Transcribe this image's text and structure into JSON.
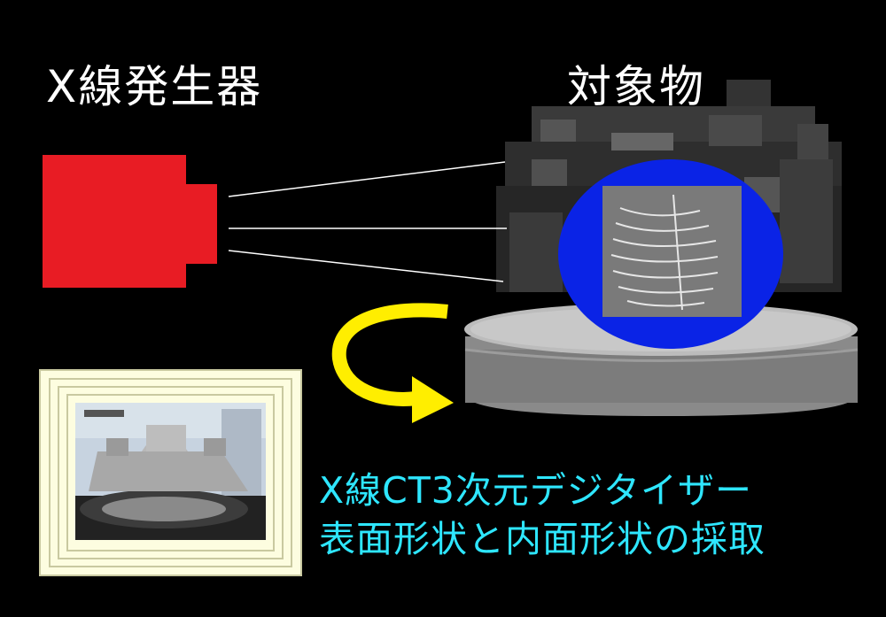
{
  "labels": {
    "xray_generator": "X線発生器",
    "object": "対象物"
  },
  "caption": {
    "line1": "X線CT3次元デジタイザー",
    "line2": "表面形状と内面形状の採取"
  },
  "colors": {
    "background": "#000000",
    "generator": "#e81c24",
    "object_circle": "#0a23e6",
    "rotation_arrow": "#ffee00",
    "caption": "#2ee6ff"
  },
  "icons": [
    "xray-generator-block",
    "rotation-arrow",
    "turntable",
    "ct-sample-photo",
    "ct-machine-photo"
  ]
}
